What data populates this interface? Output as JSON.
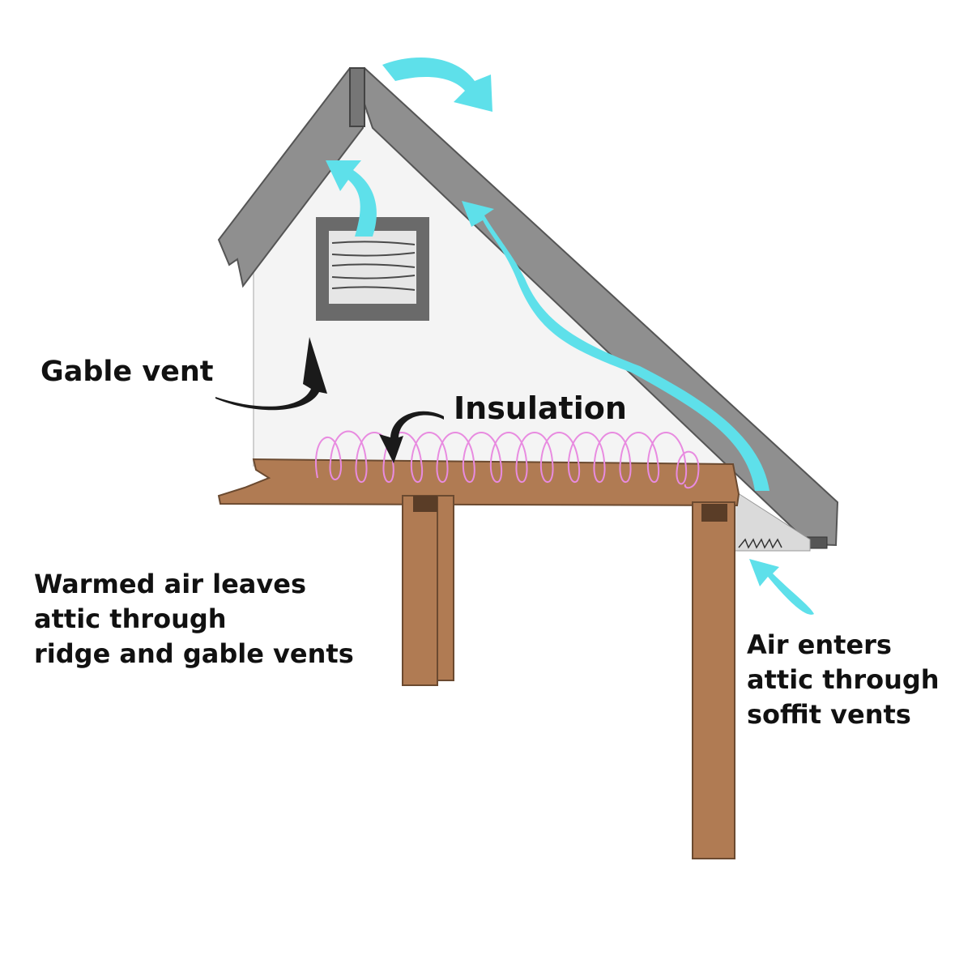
{
  "labels": {
    "gable_vent": "Gable vent",
    "insulation": "Insulation",
    "warmed_air": [
      "Warmed air leaves",
      "attic through",
      "ridge and gable vents"
    ],
    "air_enters": [
      "Air enters",
      "attic through",
      "soffit vents"
    ]
  },
  "colors": {
    "roof": "#8f8f8f",
    "roof_outline": "#5a5a5a",
    "wall": "#f4f4f4",
    "wood": "#b07b53",
    "wood_dark": "#6b4a30",
    "insulation": "#e88be0",
    "airflow": "#5ee0ea",
    "callout_arrow": "#1a1a1a",
    "vent_frame": "#6a6a6a",
    "vent_slats": "#e6e6e6"
  },
  "icons": {
    "airflow_arrows": "curved-arrow-icon",
    "callout_arrows": "curved-arrow-icon",
    "soffit_vent": "zigzag-icon"
  }
}
